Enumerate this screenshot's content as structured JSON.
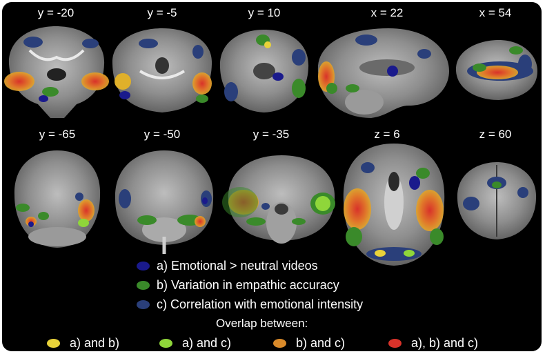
{
  "slices_top": [
    "y = -20",
    "y = -5",
    "y = 10",
    "x = 22",
    "x = 54"
  ],
  "slices_bottom": [
    "y = -65",
    "y = -50",
    "y = -35",
    "z = 6",
    "z = 60"
  ],
  "legend": [
    {
      "label": "a) Emotional > neutral videos",
      "color": "#1a1a8c"
    },
    {
      "label": "b) Variation in empathic accuracy",
      "color": "#3a8a2a"
    },
    {
      "label": "c) Correlation with emotional intensity",
      "color": "#2a3f7a"
    }
  ],
  "overlap": {
    "title": "Overlap between:",
    "items": [
      {
        "label": "a) and b)",
        "color": "#e8d23a"
      },
      {
        "label": "a) and c)",
        "color": "#8fd63a"
      },
      {
        "label": "b) and c)",
        "color": "#d98a2a"
      },
      {
        "label": "a), b) and c)",
        "color": "#d8322a"
      }
    ]
  }
}
